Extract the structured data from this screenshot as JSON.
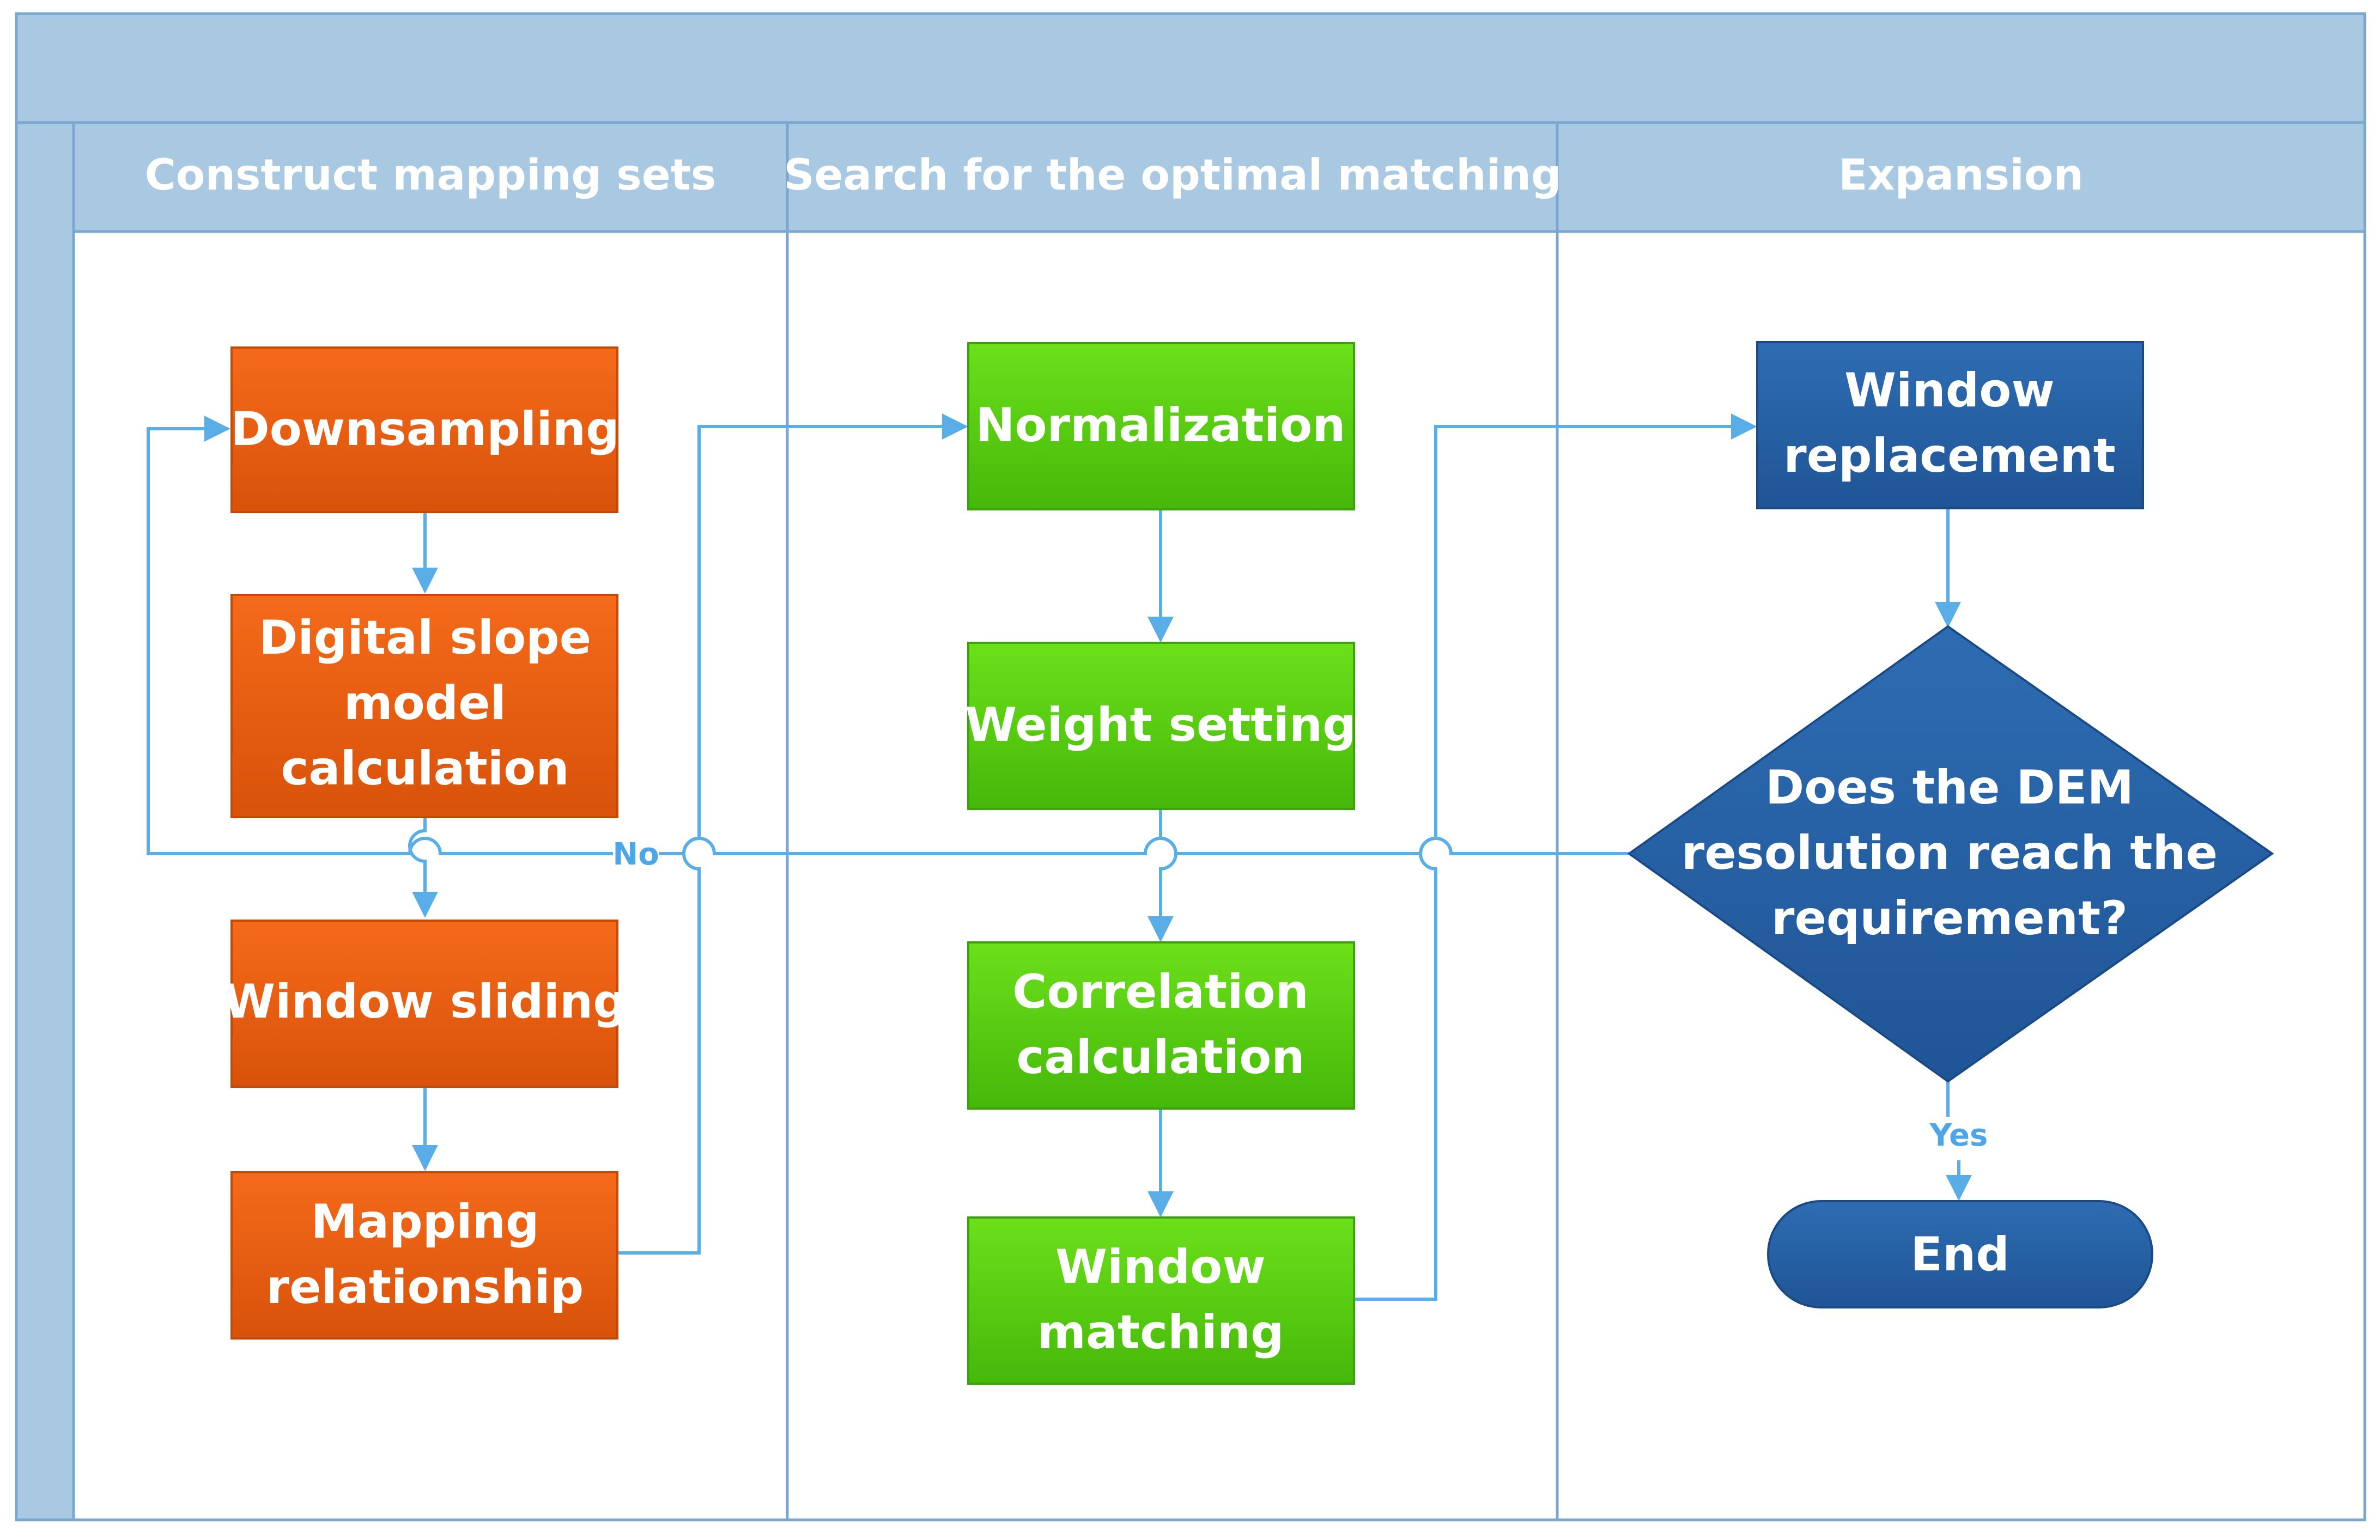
{
  "lanes": [
    {
      "title": "Construct mapping sets"
    },
    {
      "title": "Search for the optimal matching"
    },
    {
      "title": "Expansion"
    }
  ],
  "nodes": {
    "downsampling": {
      "lines": [
        "Downsampling"
      ]
    },
    "digital_slope": {
      "lines": [
        "Digital slope",
        "model",
        "calculation"
      ]
    },
    "window_sliding": {
      "lines": [
        "Window sliding"
      ]
    },
    "mapping_relationship": {
      "lines": [
        "Mapping",
        "relationship"
      ]
    },
    "normalization": {
      "lines": [
        "Normalization"
      ]
    },
    "weight_setting": {
      "lines": [
        "Weight setting"
      ]
    },
    "correlation": {
      "lines": [
        "Correlation",
        "calculation"
      ]
    },
    "window_matching": {
      "lines": [
        "Window",
        "matching"
      ]
    },
    "window_replacement": {
      "lines": [
        "Window",
        "replacement"
      ]
    },
    "decision": {
      "lines": [
        "Does the DEM",
        "resolution reach the",
        "requirement?"
      ]
    },
    "end": {
      "lines": [
        "End"
      ]
    }
  },
  "edge_labels": {
    "no": "No",
    "yes": "Yes"
  },
  "colors": {
    "header_bg": "#a9c8e2",
    "lane_border": "#7aa7cf",
    "connector": "#5aaee8",
    "orange_top": "#f56a1a",
    "orange_bottom": "#d8520a",
    "green_top": "#6ce01a",
    "green_bottom": "#45b80a",
    "blue_top": "#2e6cb2",
    "blue_bottom": "#1f5596"
  }
}
